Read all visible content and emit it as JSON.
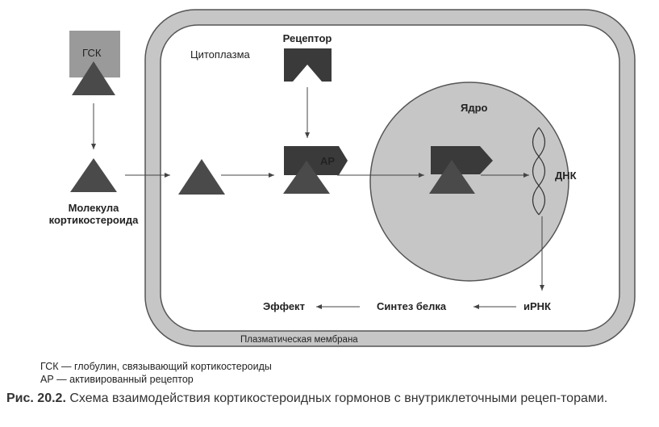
{
  "diagram": {
    "gsk_label": "ГСК",
    "cytoplasm_label": "Цитоплазма",
    "receptor_label": "Рецептор",
    "ar_label": "АР",
    "nucleus_label": "Ядро",
    "dna_label": "ДНК",
    "molecule_label_line1": "Молекула",
    "molecule_label_line2": "кортикостероида",
    "mrna_label": "иРНК",
    "protein_synthesis_label": "Синтез белка",
    "effect_label": "Эффект",
    "membrane_label": "Плазматическая мембрана"
  },
  "legend": {
    "gsk_def": "ГСК — глобулин, связывающий кортикостероиды",
    "ar_def": "АР — активированный рецептор"
  },
  "caption": {
    "number": "Рис. 20.2.",
    "text": "Схема взаимодействия кортикостероидных гормонов с внутриклеточными рецеп-торами."
  },
  "colors": {
    "membrane_fill": "#c6c6c6",
    "nucleus_fill": "#c6c6c6",
    "dark_shape": "#3a3a3a",
    "triangle": "#4a4a4a",
    "gsk_box": "#9a9a9a"
  }
}
